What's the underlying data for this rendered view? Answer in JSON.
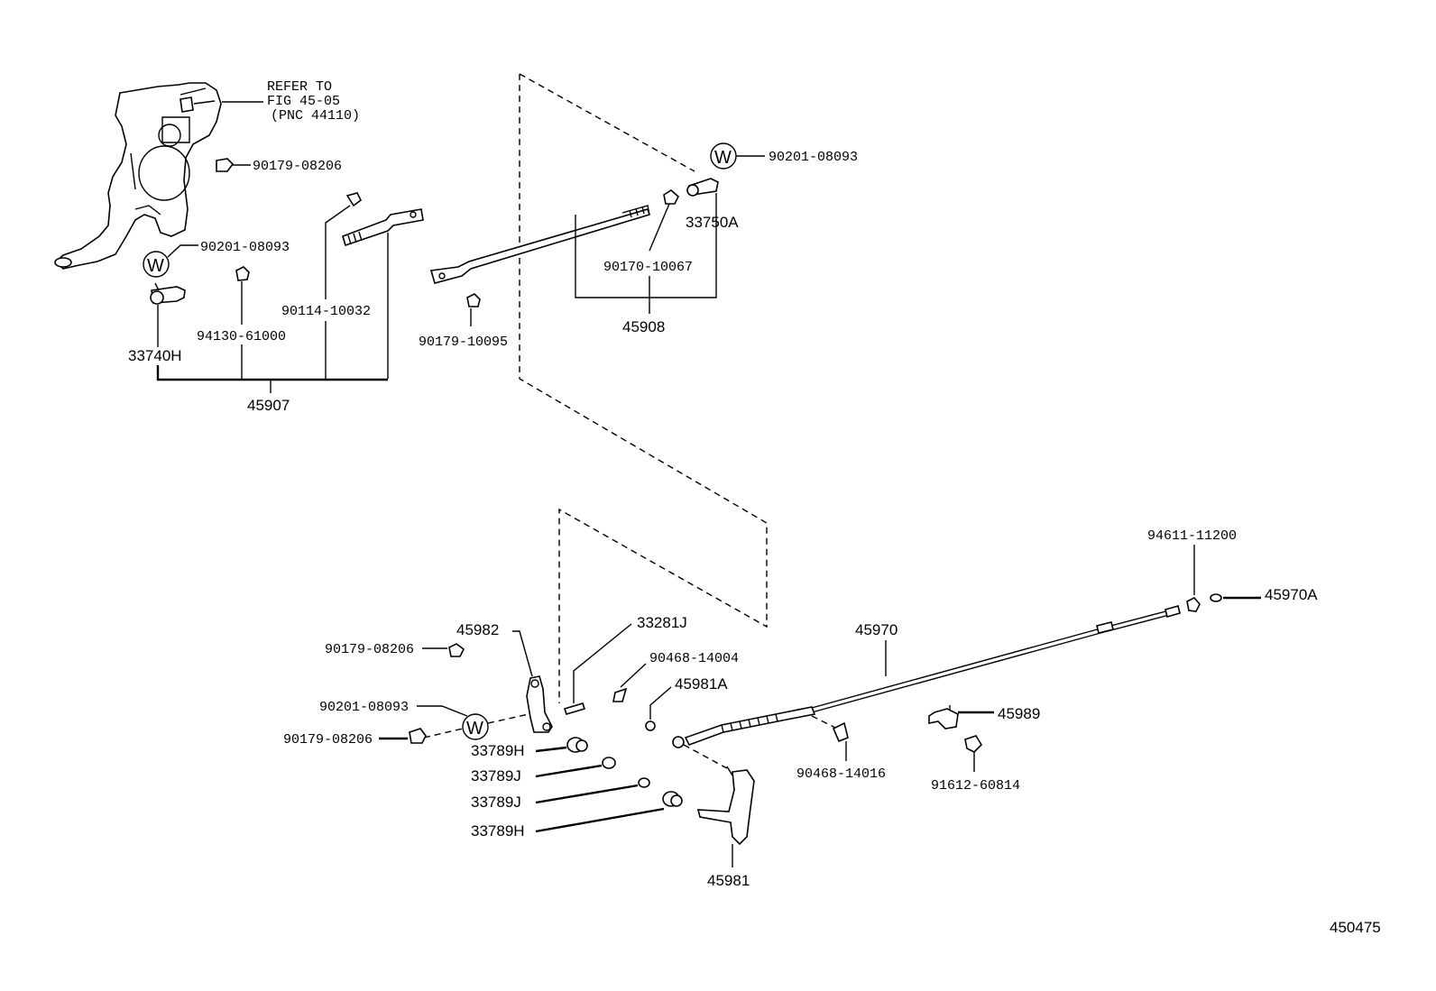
{
  "refer": {
    "line1": "REFER TO",
    "line2": "FIG 45-05",
    "line3": "(PNC 44110)"
  },
  "washer_symbol": "W",
  "labels": {
    "p90179_08206_top": "90179-08206",
    "p90201_08093_left": "90201-08093",
    "p90201_08093_right": "90201-08093",
    "p33750A": "33750A",
    "p90170_10067": "90170-10067",
    "p45908": "45908",
    "p90179_10095": "90179-10095",
    "p90114_10032": "90114-10032",
    "p94130_61000": "94130-61000",
    "p33740H": "33740H",
    "p45907": "45907",
    "p94611_11200": "94611-11200",
    "p45970A": "45970A",
    "p45970": "45970",
    "p45982": "45982",
    "p33281J": "33281J",
    "p90179_08206_mid": "90179-08206",
    "p90468_14004": "90468-14004",
    "p45981A": "45981A",
    "p90201_08093_low": "90201-08093",
    "p90179_08206_low": "90179-08206",
    "p33789H_a": "33789H",
    "p33789J_a": "33789J",
    "p33789J_b": "33789J",
    "p33789H_b": "33789H",
    "p45989": "45989",
    "p90468_14016": "90468-14016",
    "p91612_60814": "91612-60814",
    "p45981": "45981"
  },
  "figure_code": "450475"
}
